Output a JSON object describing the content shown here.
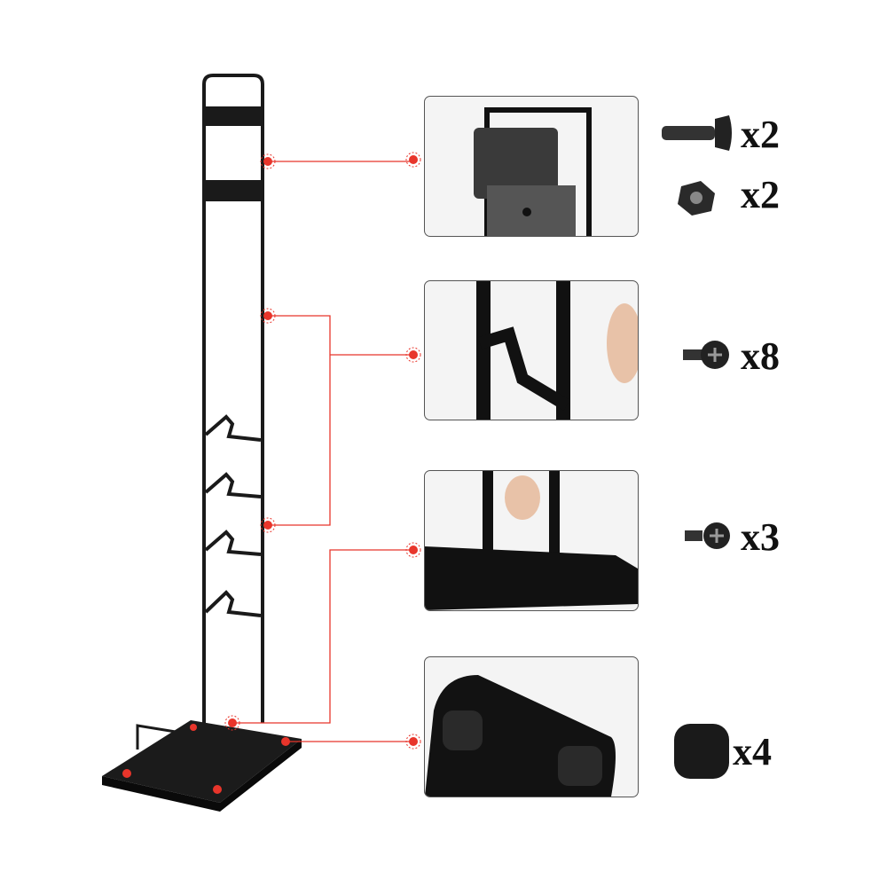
{
  "parts": [
    {
      "icon": "countersunk-bolt-icon",
      "quantity": "x2"
    },
    {
      "icon": "hex-nut-icon",
      "quantity": "x2"
    },
    {
      "icon": "phillips-screw-icon",
      "quantity": "x8"
    },
    {
      "icon": "phillips-screw-icon",
      "quantity": "x3"
    },
    {
      "icon": "rubber-pad-icon",
      "quantity": "x4"
    }
  ],
  "colors": {
    "callout": "#e8352b",
    "metal": "#1a1a1a",
    "panel_border": "#555555"
  }
}
